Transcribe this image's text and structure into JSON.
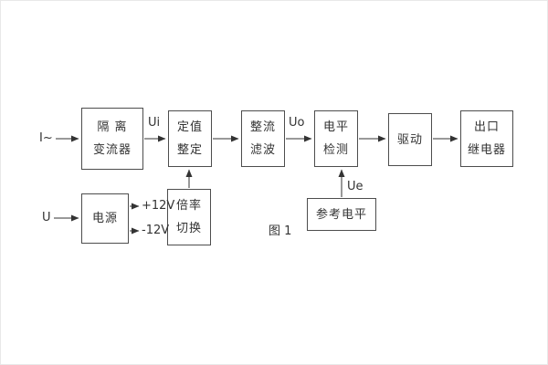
{
  "figure": {
    "caption": "图 1"
  },
  "labels": {
    "input_current": "I~",
    "input_voltage": "U",
    "ui": "Ui",
    "uo": "Uo",
    "ue": "Ue",
    "plus_12v": "+12V",
    "minus_12v": "-12V"
  },
  "blocks": {
    "isolation": {
      "line1": "隔 离",
      "line2": "变流器"
    },
    "setting": {
      "line1": "定值",
      "line2": "整定"
    },
    "rectifier_filter": {
      "line1": "整流",
      "line2": "滤波"
    },
    "level_detect": {
      "line1": "电平",
      "line2": "检测"
    },
    "drive": {
      "line1": "驱动"
    },
    "output_relay": {
      "line1": "出口",
      "line2": "继电器"
    },
    "power": {
      "line1": "电源"
    },
    "ratio_switch": {
      "line1": "倍率",
      "line2": "切换"
    },
    "reference_level": {
      "line1": "参考电平"
    }
  }
}
